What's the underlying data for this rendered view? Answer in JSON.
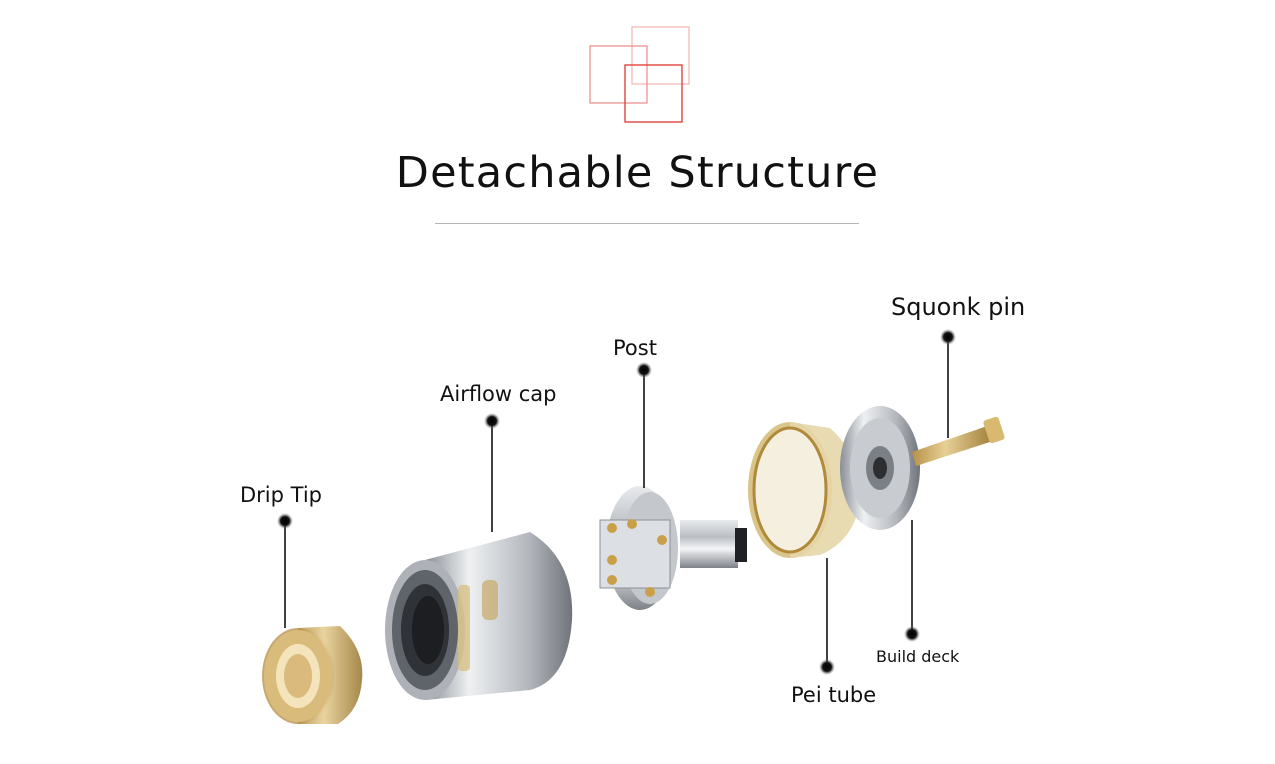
{
  "title": "Detachable Structure",
  "labels": {
    "drip_tip": "Drip Tip",
    "airflow_cap": "Airflow cap",
    "post": "Post",
    "squonk_pin": "Squonk pin",
    "pei_tube": "Pei tube",
    "build_deck": "Build deck"
  },
  "colors": {
    "accent_red": "#e0453f",
    "brass": "#c9a04a",
    "steel": "#a9adb3",
    "pei": "#d9c48a"
  }
}
